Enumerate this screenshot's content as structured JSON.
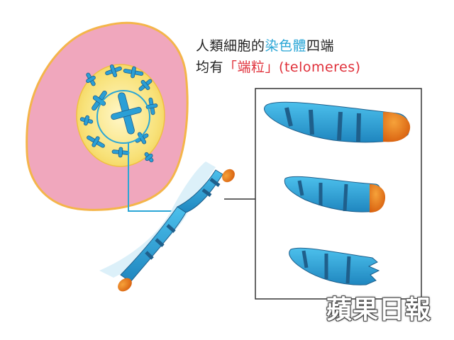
{
  "caption": {
    "line1_prefix": "人類細胞的",
    "line1_highlight": "染色體",
    "line1_suffix": "四端",
    "line2_prefix": "均有",
    "line2_highlight": "「端粒」",
    "line2_suffix": "(telomeres)"
  },
  "watermark": {
    "text": "蘋果日報"
  },
  "colors": {
    "cytoplasm": "#f0a7bd",
    "cell_border": "#f4b54a",
    "nucleus": "#f7dc6f",
    "chromosome": "#2a9fd6",
    "chromosome_band": "#1f5f8b",
    "telomere": "#e8731a",
    "pointer_line": "#2aa6d6"
  }
}
